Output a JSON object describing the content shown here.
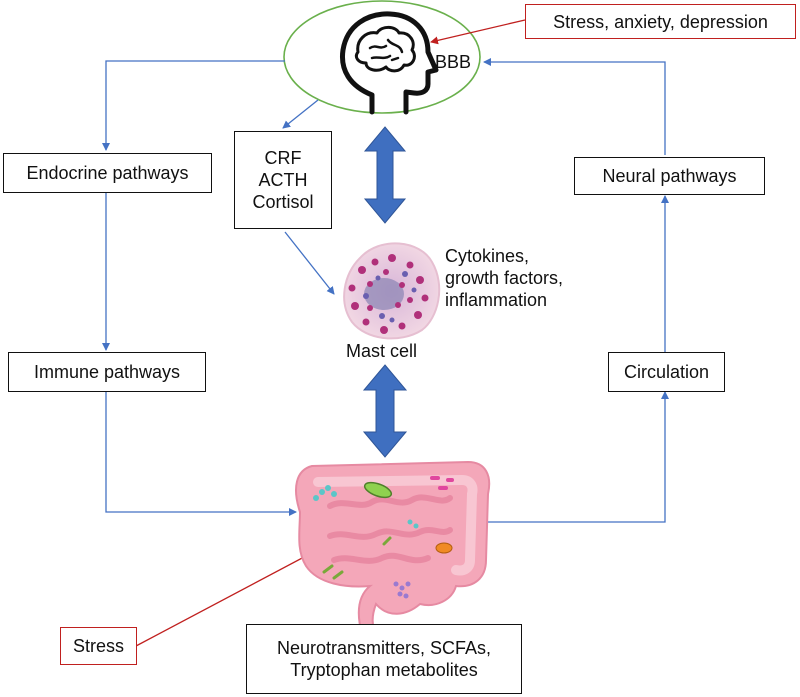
{
  "brain": {
    "label": "BBB"
  },
  "stress_top": "Stress, anxiety, depression",
  "stress_bottom": "Stress",
  "endocrine": "Endocrine pathways",
  "immune": "Immune pathways",
  "neural": "Neural pathways",
  "circulation": "Circulation",
  "hormones": [
    "CRF",
    "ACTH",
    "Cortisol"
  ],
  "mast_cell": {
    "label": "Mast cell",
    "products": [
      "Cytokines,",
      "growth factors,",
      "inflammation"
    ]
  },
  "gut_products": [
    "Neurotransmitters, SCFAs,",
    "Tryptophan metabolites"
  ],
  "colors": {
    "arrow_line": "#4472c4",
    "big_arrow": "#3f6fc0",
    "red": "#c0201f",
    "ellipse": "#6ab04c"
  }
}
